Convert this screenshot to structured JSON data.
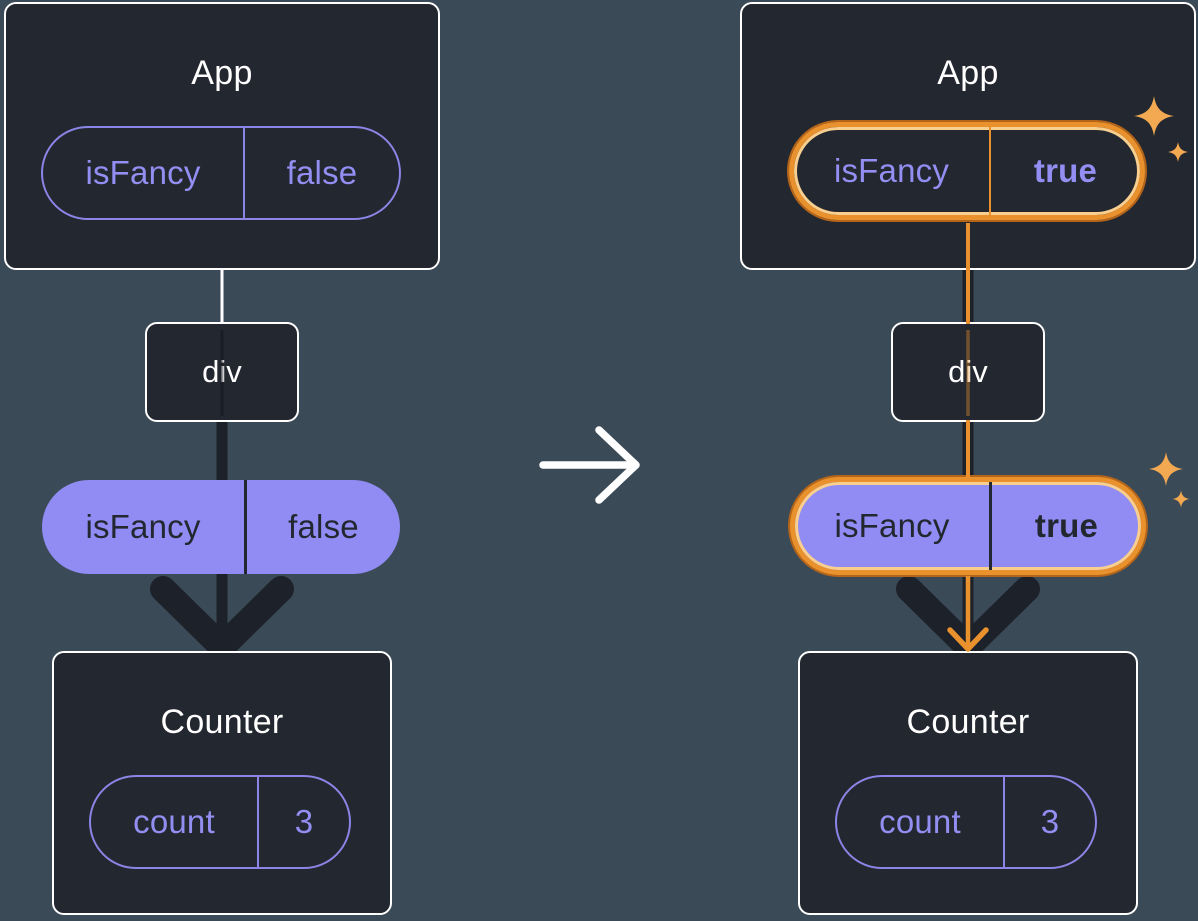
{
  "diagram": {
    "left": {
      "app": {
        "title": "App",
        "prop_name": "isFancy",
        "prop_value": "false"
      },
      "div_label": "div",
      "passed_prop": {
        "name": "isFancy",
        "value": "false"
      },
      "counter": {
        "title": "Counter",
        "state_name": "count",
        "state_value": "3"
      }
    },
    "right": {
      "app": {
        "title": "App",
        "prop_name": "isFancy",
        "prop_value": "true"
      },
      "div_label": "div",
      "passed_prop": {
        "name": "isFancy",
        "value": "true"
      },
      "counter": {
        "title": "Counter",
        "state_name": "count",
        "state_value": "3"
      }
    },
    "icons": {
      "sparkle": "4-point-star",
      "transition": "arrow-right",
      "pass_down": "arrow-down-chevron"
    },
    "colors": {
      "background": "#3b4a57",
      "box_fill": "#23272f",
      "box_border": "#ffffff",
      "purple_border": "#8a85e6",
      "purple_text": "#938ef2",
      "purple_fill": "#908cf4",
      "dark_text": "#23272f",
      "orange_mid": "#e8912d",
      "orange_dark": "#b4651a",
      "orange_light": "#f8cf8e",
      "sparkle": "#f3a952",
      "arrow_dark": "#1d212a"
    }
  }
}
